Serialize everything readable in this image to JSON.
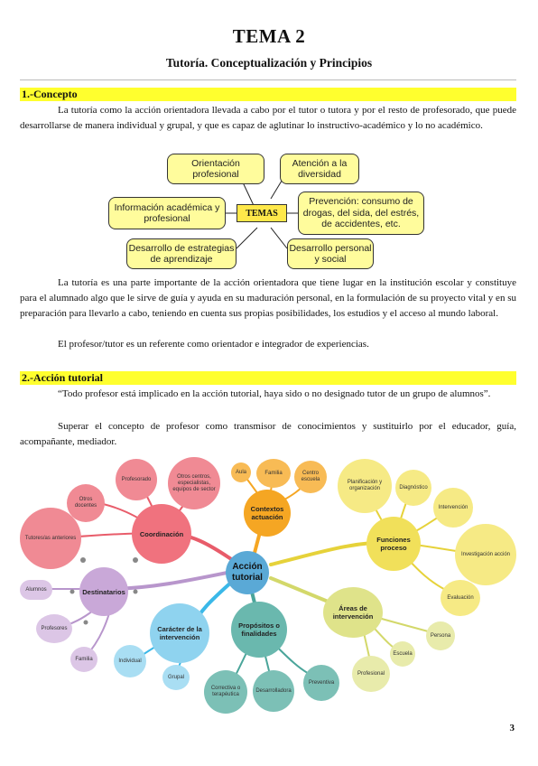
{
  "header": {
    "title": "TEMA 2",
    "subtitle": "Tutoría. Conceptualización y Principios"
  },
  "section1": {
    "heading": "1.-Concepto",
    "p1": "La tutoría como la acción orientadora llevada a cabo por el tutor o tutora y por el resto de profesorado, que puede desarrollarse de manera individual y grupal, y que es capaz de aglutinar lo instructivo-académico y lo no académico.",
    "diagram": {
      "center": "TEMAS",
      "boxes": [
        "Orientación profesional",
        "Atención a la diversidad",
        "Información académica y profesional",
        "Prevención: consumo de drogas, del sida, del estrés, de accidentes, etc.",
        "Desarrollo de estrategias de aprendizaje",
        "Desarrollo personal y social"
      ]
    },
    "p2": "La tutoría es una parte importante de la acción orientadora que tiene lugar en la institución escolar y constituye para el alumnado algo que le sirve de guía y ayuda en su maduración personal, en la formulación de su proyecto vital y en su preparación para llevarlo a cabo, teniendo en cuenta sus propias posibilidades, los estudios y el acceso al mundo laboral.",
    "p3": "El profesor/tutor es un referente como orientador e integrador de experiencias."
  },
  "section2": {
    "heading": "2.-Acción tutorial",
    "p1": "“Todo profesor está implicado en la acción tutorial, haya sido o no designado tutor de un grupo de alumnos”.",
    "p2": "Superar el concepto de profesor como transmisor de conocimientos y sustituirlo por el educador, guía, acompañante, mediador."
  },
  "mindmap": {
    "center": "Acción tutorial",
    "coordinacion": "Coordinación",
    "coord_children": [
      "Otros docentes",
      "Profesorado",
      "Otros centros, especialistas, equipos de sector",
      "Tutores/as anteriores"
    ],
    "destinatarios": "Destinatarios",
    "dest_children": [
      "Alumnos",
      "Profesores",
      "Familia"
    ],
    "caracter": "Carácter de la intervención",
    "caracter_children": [
      "Individual",
      "Grupal"
    ],
    "propositos": "Propósitos o finalidades",
    "propositos_children": [
      "Correctiva o terapéutica",
      "Desarrolladora",
      "Preventiva"
    ],
    "contextos": "Contextos actuación",
    "contextos_children": [
      "Aula",
      "Familia",
      "Centro escuela"
    ],
    "funciones": "Funciones proceso",
    "funciones_children": [
      "Planificación y organización",
      "Diagnóstico",
      "Intervención",
      "Investigación acción",
      "Evaluación"
    ],
    "areas": "Áreas de intervención",
    "areas_children": [
      "Persona",
      "Escuela",
      "Profesional"
    ]
  },
  "footer": {
    "page_number": "3"
  },
  "colors": {
    "highlight": "#ffff2e",
    "box_fill": "#fffc9c",
    "center_node": "#5aa9d6",
    "coordination": "#e85c6a",
    "destinations": "#c9a8d8",
    "character": "#70c5e8",
    "purposes": "#4aa59a",
    "contexts": "#f5a623",
    "functions": "#f1e05a",
    "areas": "#dfe38a"
  }
}
